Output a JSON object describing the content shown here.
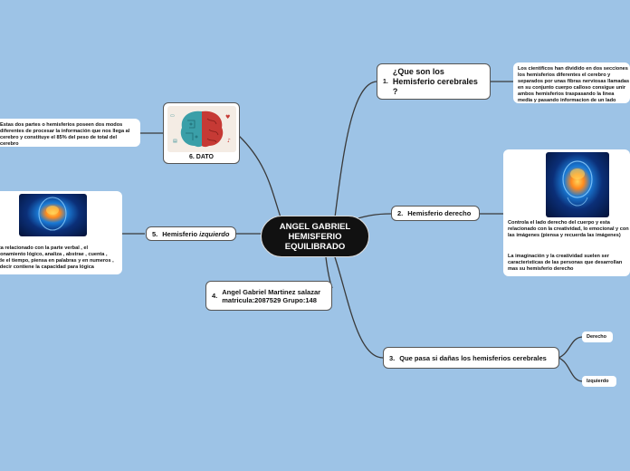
{
  "central": {
    "title": "ANGEL GABRIEL HEMISFERIO EQUILIBRADO"
  },
  "topics": [
    {
      "num": "1.",
      "label": "¿Que son los Hemisferio cerebrales ?"
    },
    {
      "num": "2.",
      "label": "Hemisferio derecho"
    },
    {
      "num": "3.",
      "label": "Que pasa si dañas los hemisferios cerebrales"
    },
    {
      "num": "4.",
      "label": "Angel Gabriel Martinez salazar matricula:2087529 Grupo:148"
    },
    {
      "num": "5.",
      "label": "Hemisferio",
      "label_em": "izquierdo"
    },
    {
      "num": "6.",
      "label": "DATO"
    }
  ],
  "notes": {
    "que_son": "Los cientificos han dividido en dos secciones los hemisferios diferentes el cerebro y separados por unas fibras nerviosas llamadas en su conjunto cuerpo calloso consigue unir ambos hemisferios traspasando la linea media y pasando informacion de un lado hacia el otro",
    "derecho_1": "Controla el lado derecho del cuerpo y esta relacionado con la creatividad, lo emocional y con las imágenes (piensa y recuerda las imágenes)",
    "derecho_2": "La imaginación y la creatividad suelen ser caracteristicas de las personas que desarrollan mas su hemisferio derecho",
    "izquierdo": "Esta relacionado con la parte verbal , el razonamiento lógico, analiza , abstrae , cuenta , mide el tiempo, piensa en palabras y en numeros , es decir contiene la capacidad para lógica",
    "dato": "Estas dos partes o hemisferios poseen dos modos diferentes de procesar la información que nos llega al cerebro y constituye el 85% del peso de total del cerebro"
  },
  "subtopics": {
    "derecho": "Derecho",
    "izquierdo": "Izquierdo"
  },
  "colors": {
    "background": "#9dc3e6",
    "central": "#111111",
    "link": "#3a3a3a"
  }
}
